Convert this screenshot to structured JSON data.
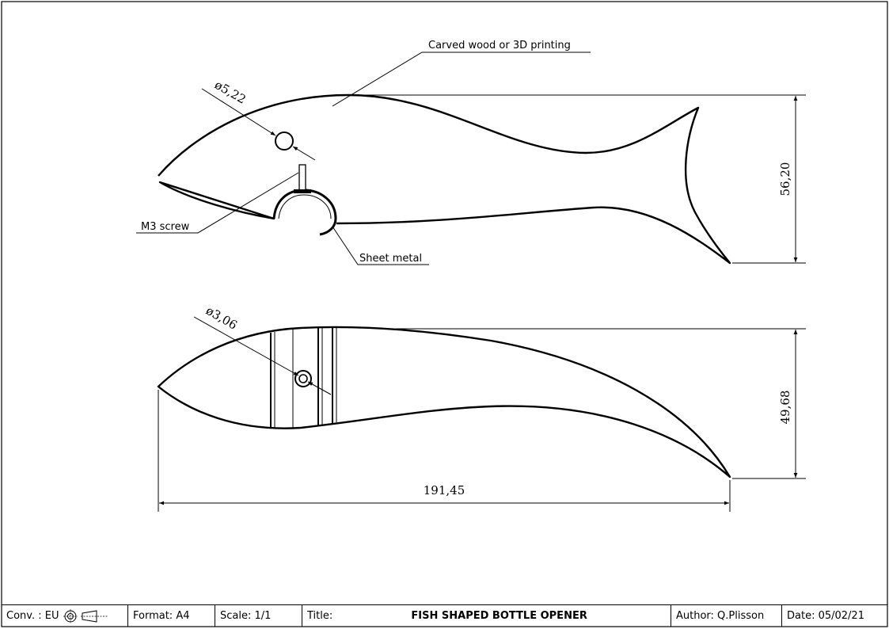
{
  "annotations": {
    "material": "Carved wood or 3D printing",
    "screw": "M3 screw",
    "sheet": "Sheet metal"
  },
  "dimensions": {
    "hole_top": "ø5,22",
    "height_top": "56,20",
    "hole_bottom": "ø3,06",
    "height_bottom": "49,68",
    "length": "191,45"
  },
  "title_block": {
    "convention_label": "Conv. : EU",
    "format": "Format: A4",
    "scale": "Scale: 1/1",
    "title_label": "Title:",
    "title_value": "FISH SHAPED BOTTLE OPENER",
    "author": "Author: Q.Plisson",
    "date": "Date: 05/02/21"
  }
}
